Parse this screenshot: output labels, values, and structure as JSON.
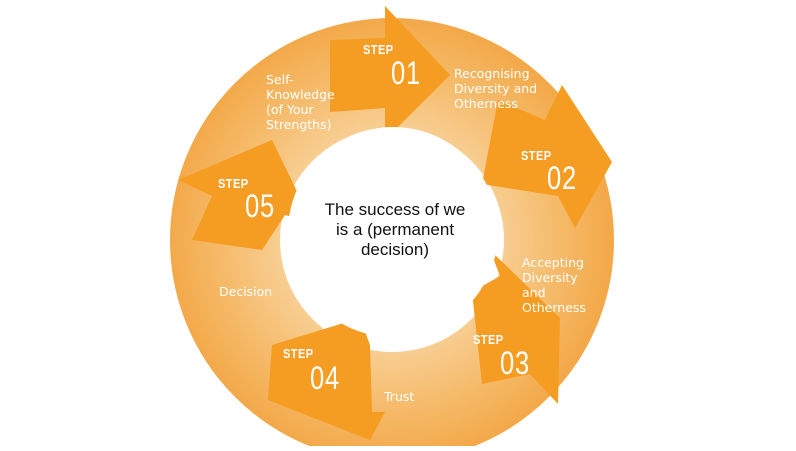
{
  "center": {
    "lines": [
      "The success of we",
      "is a (permanent",
      "decision)"
    ]
  },
  "steps": [
    {
      "word": "STEP",
      "num": "01",
      "label": [
        "Self-",
        "Knowledge",
        "(of Your",
        "Strengths)"
      ]
    },
    {
      "word": "STEP",
      "num": "02",
      "label": [
        "Recognising",
        "Diversity and",
        "Otherness"
      ]
    },
    {
      "word": "STEP",
      "num": "03",
      "label": [
        "Accepting",
        "Diversity",
        "and",
        "Otherness"
      ]
    },
    {
      "word": "STEP",
      "num": "04",
      "label": [
        "Trust"
      ]
    },
    {
      "word": "STEP",
      "num": "05",
      "label": [
        "Decision"
      ]
    }
  ],
  "colors": {
    "ring_light": "#f6c27a",
    "ring_mid": "#f5b15a",
    "arrow": "#f59a1f",
    "arrow_dark": "#ef8c10",
    "text_dark": "#111111",
    "text_light": "#ffffff"
  }
}
